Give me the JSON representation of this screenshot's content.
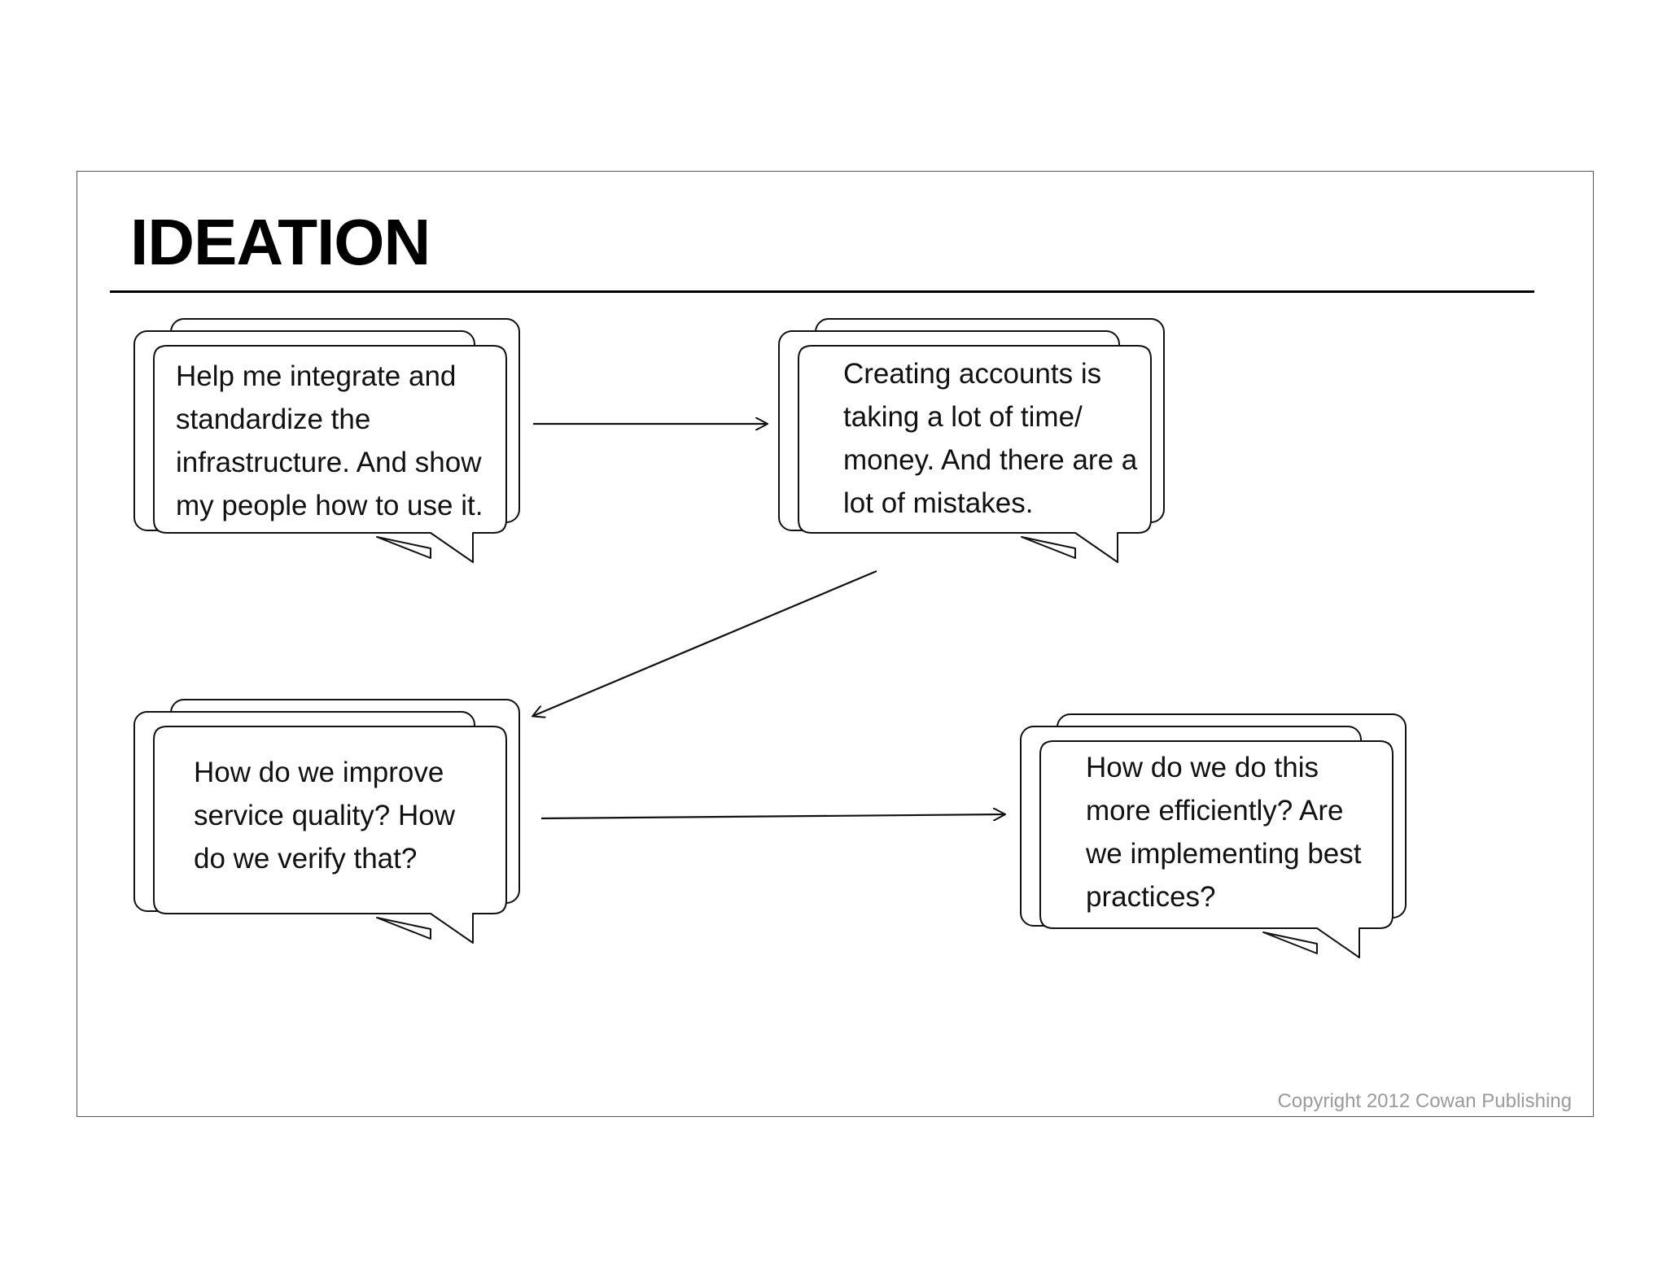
{
  "title": "IDEATION",
  "copyright": "Copyright 2012 Cowan Publishing",
  "bubbles": [
    {
      "id": "integrate",
      "text": "Help me integrate and\nstandardize the\ninfrastructure. And show\nmy people how to use it."
    },
    {
      "id": "accounts",
      "text": "Creating accounts is\ntaking a lot of time/\nmoney. And there are a\nlot of mistakes."
    },
    {
      "id": "quality",
      "text": "How do we improve\nservice quality? How\ndo we verify that?"
    },
    {
      "id": "efficiency",
      "text": "How do we do this\nmore efficiently? Are\nwe implementing best\npractices?"
    }
  ],
  "arrows": [
    {
      "from": "integrate",
      "to": "accounts"
    },
    {
      "from": "accounts",
      "to": "quality"
    },
    {
      "from": "quality",
      "to": "efficiency"
    }
  ],
  "colors": {
    "stroke": "#111111",
    "fill": "#ffffff",
    "text": "#111111",
    "copyright": "#9a9a9a"
  }
}
